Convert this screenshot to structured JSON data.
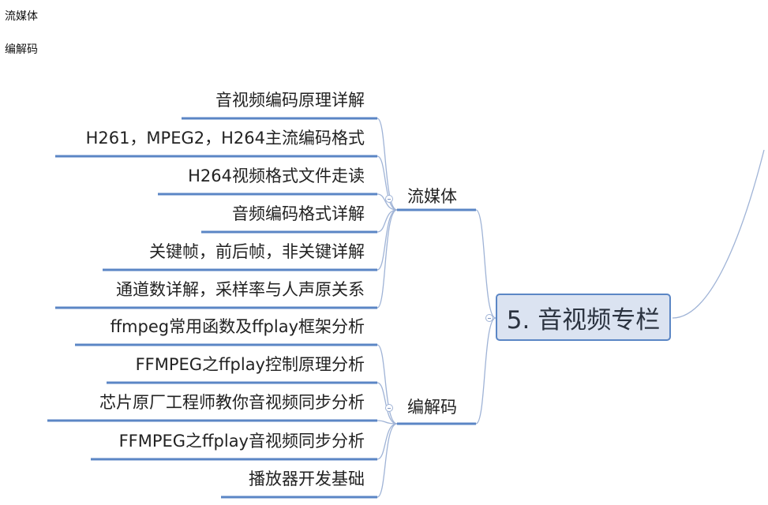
{
  "headings": [
    "流媒体",
    "编解码"
  ],
  "central": {
    "label": "5. 音视频专栏"
  },
  "branches": [
    {
      "label": "流媒体",
      "children": [
        "音视频编码原理详解",
        "H261，MPEG2，H264主流编码格式",
        "H264视频格式文件走读",
        "音频编码格式详解",
        "关键帧，前后帧，非关键详解",
        "通道数详解，采样率与人声原关系"
      ]
    },
    {
      "label": "编解码",
      "children": [
        "ffmpeg常用函数及ffplay框架分析",
        "FFMPEG之ffplay控制原理分析",
        "芯片原厂工程师教你音视频同步分析",
        "FFMPEG之ffplay音视频同步分析",
        "播放器开发基础"
      ]
    }
  ],
  "colors": {
    "line": "#5b86c5",
    "thin_line": "#9fb3d6",
    "central_fill": "#dbe3f1"
  }
}
